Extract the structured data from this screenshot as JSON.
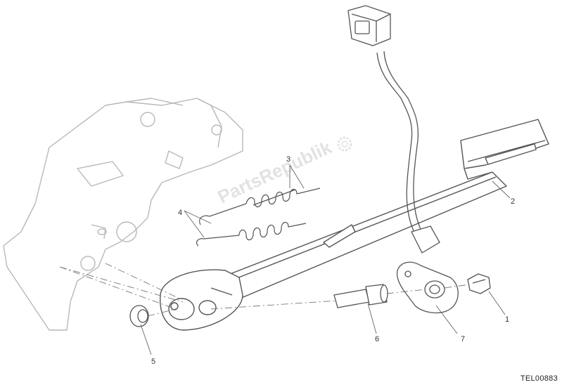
{
  "diagram": {
    "callouts": [
      {
        "id": "c1",
        "text": "1"
      },
      {
        "id": "c2",
        "text": "2"
      },
      {
        "id": "c3",
        "text": "3"
      },
      {
        "id": "c4",
        "text": "4"
      },
      {
        "id": "c5",
        "text": "5"
      },
      {
        "id": "c6",
        "text": "6"
      },
      {
        "id": "c7",
        "text": "7"
      }
    ],
    "drawing_code": "TEL00883",
    "watermark": "PartsRepublik",
    "colors": {
      "frame_outline": "#b8b8b8",
      "part_outline": "#555555",
      "leader_line": "#666666",
      "watermark": "#9a9a9a"
    }
  }
}
